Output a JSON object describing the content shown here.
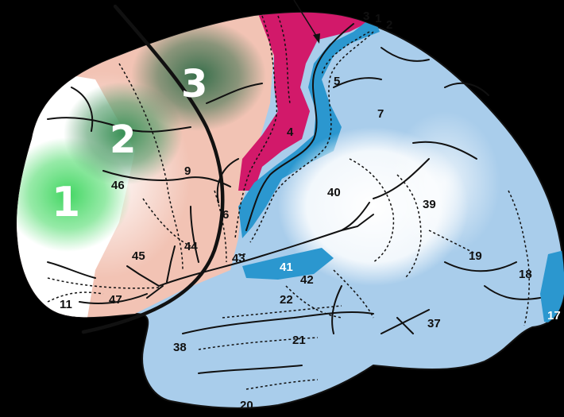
{
  "colors": {
    "background": "#000000",
    "frontal_pink": "#f2c3b4",
    "motor_magenta": "#d2196a",
    "sensory_blue": "#a9cdeb",
    "somato_blue_dark": "#2b97cf",
    "highlight_green": "#38d35a",
    "highlight_dark_green": "#2d6a45",
    "outline": "#111111"
  },
  "brodmann_areas": [
    {
      "id": "1",
      "label": "1"
    },
    {
      "id": "2",
      "label": "2"
    },
    {
      "id": "3",
      "label": "3"
    },
    {
      "id": "4",
      "label": "4"
    },
    {
      "id": "5",
      "label": "5"
    },
    {
      "id": "6",
      "label": "6"
    },
    {
      "id": "7",
      "label": "7"
    },
    {
      "id": "9",
      "label": "9"
    },
    {
      "id": "11",
      "label": "11"
    },
    {
      "id": "17",
      "label": "17"
    },
    {
      "id": "18",
      "label": "18"
    },
    {
      "id": "19",
      "label": "19"
    },
    {
      "id": "20",
      "label": "20"
    },
    {
      "id": "21",
      "label": "21"
    },
    {
      "id": "22",
      "label": "22"
    },
    {
      "id": "37",
      "label": "37"
    },
    {
      "id": "38",
      "label": "38"
    },
    {
      "id": "39",
      "label": "39"
    },
    {
      "id": "40",
      "label": "40"
    },
    {
      "id": "41",
      "label": "41"
    },
    {
      "id": "42",
      "label": "42"
    },
    {
      "id": "43",
      "label": "43"
    },
    {
      "id": "44",
      "label": "44"
    },
    {
      "id": "45",
      "label": "45"
    },
    {
      "id": "46",
      "label": "46"
    },
    {
      "id": "47",
      "label": "47"
    }
  ],
  "highlight_zones": [
    {
      "label": "1",
      "color": "#38d35a"
    },
    {
      "label": "2",
      "color": "#2f8a4d"
    },
    {
      "label": "3",
      "color": "#2d6a45"
    }
  ]
}
